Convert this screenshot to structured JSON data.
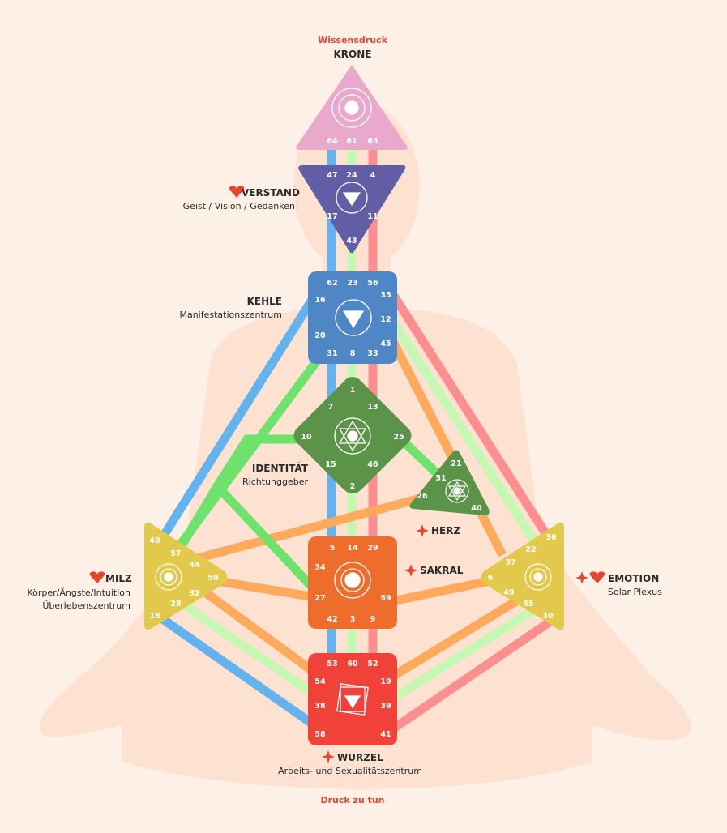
{
  "top_label": "Wissensdruck",
  "bottom_label": "Druck zu tun",
  "centers": {
    "krone": {
      "name": "KRONE",
      "subtitle": "",
      "color": "#e9a9cc",
      "gates": [
        "64",
        "61",
        "63"
      ]
    },
    "verstand": {
      "name": "VERSTAND",
      "subtitle": "Geist / Vision / Gedanken",
      "color": "#625ea6",
      "gates": [
        "47",
        "24",
        "4",
        "17",
        "11",
        "43"
      ]
    },
    "kehle": {
      "name": "KEHLE",
      "subtitle": "Manifestationszentrum",
      "color": "#4f87c6",
      "gates": [
        "62",
        "23",
        "56",
        "16",
        "35",
        "12",
        "20",
        "45",
        "31",
        "8",
        "33"
      ]
    },
    "identitaet": {
      "name": "IDENTITÄT",
      "subtitle": "Richtunggeber",
      "color": "#5b9448",
      "gates": [
        "1",
        "7",
        "13",
        "10",
        "25",
        "15",
        "46",
        "2"
      ]
    },
    "herz": {
      "name": "HERZ",
      "subtitle": "",
      "color": "#5b9448",
      "gates": [
        "21",
        "51",
        "26",
        "40"
      ]
    },
    "milz": {
      "name": "MILZ",
      "subtitle_lines": [
        "Körper/Ängste/Intuition",
        "Überlebenszentrum"
      ],
      "color": "#e2c84b",
      "gates": [
        "48",
        "57",
        "44",
        "50",
        "32",
        "28",
        "18"
      ]
    },
    "sakral": {
      "name": "SAKRAL",
      "subtitle": "",
      "color": "#ee6d2c",
      "gates": [
        "5",
        "14",
        "29",
        "34",
        "27",
        "59",
        "42",
        "3",
        "9"
      ]
    },
    "emotion": {
      "name": "EMOTION",
      "subtitle": "Solar Plexus",
      "color": "#e2c84b",
      "gates": [
        "36",
        "22",
        "37",
        "6",
        "49",
        "55",
        "30"
      ]
    },
    "wurzel": {
      "name": "WURZEL",
      "subtitle": "Arbeits- und Sexualitätszentrum",
      "color": "#f1423a",
      "gates": [
        "53",
        "60",
        "52",
        "54",
        "19",
        "38",
        "39",
        "58",
        "41"
      ]
    }
  },
  "channel_colors": {
    "red": "#fb8f8f",
    "green": "#c5f8b2",
    "blue": "#64b3ef",
    "orange": "#fdaa5c",
    "bright_green": "#6fe26e"
  },
  "icons": [
    "heart-icon",
    "star-icon",
    "lotus-icon"
  ]
}
